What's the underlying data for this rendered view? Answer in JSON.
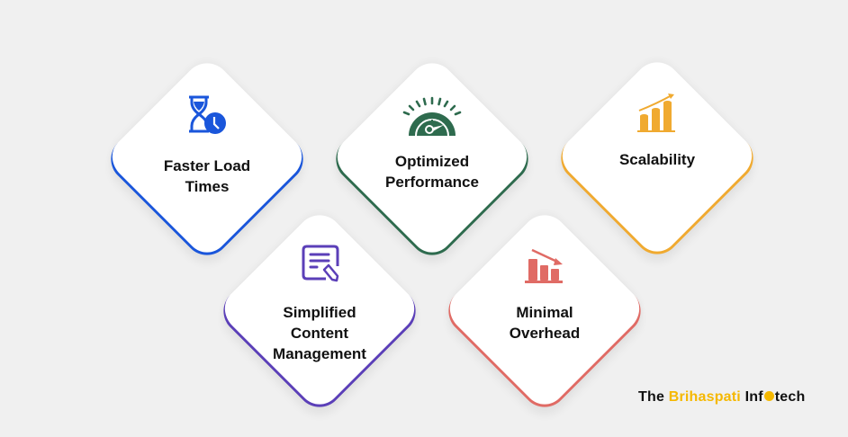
{
  "cards": [
    {
      "id": "faster-load-times",
      "label": "Faster Load\nTimes",
      "icon": "hourglass-clock-icon",
      "accent": "#1a56db"
    },
    {
      "id": "optimized-performance",
      "label": "Optimized\nPerformance",
      "icon": "speedometer-icon",
      "accent": "#2e6b4e"
    },
    {
      "id": "scalability",
      "label": "Scalability",
      "icon": "growth-bar-chart-icon",
      "accent": "#f0aa30"
    },
    {
      "id": "simplified-content-management",
      "label": "Simplified\nContent\nManagement",
      "icon": "document-edit-icon",
      "accent": "#5b3fb8"
    },
    {
      "id": "minimal-overhead",
      "label": "Minimal\nOverhead",
      "icon": "decline-bar-chart-icon",
      "accent": "#e06b65"
    }
  ],
  "brand": {
    "part1": "The ",
    "part2": "Brihaspati",
    "part3": " Inf",
    "part4": "tech",
    "accent": "#f5b800"
  }
}
